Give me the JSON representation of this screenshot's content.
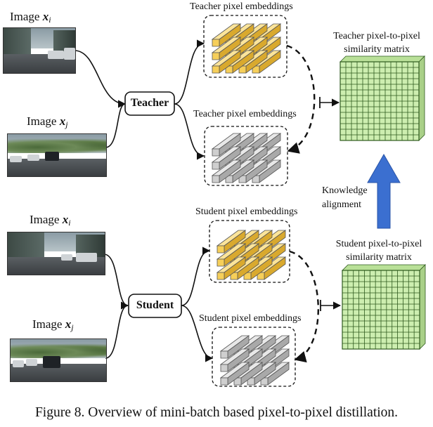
{
  "diagram": {
    "image_i_label": "Image",
    "image_i_var": "x",
    "image_i_sub": "i",
    "image_j_label": "Image",
    "image_j_var": "x",
    "image_j_sub": "j",
    "teacher_label": "Teacher",
    "student_label": "Student",
    "teacher_emb_1": "Teacher pixel embeddings",
    "teacher_emb_2": "Teacher pixel embeddings",
    "student_emb_1": "Student pixel embeddings",
    "student_emb_2": "Student pixel embeddings",
    "teacher_matrix_line1": "Teacher pixel-to-pixel",
    "teacher_matrix_line2": "similarity matrix",
    "student_matrix_line1": "Student pixel-to-pixel",
    "student_matrix_line2": "similarity matrix",
    "knowledge_line1": "Knowledge",
    "knowledge_line2": "alignment",
    "caption": "Figure 8. Overview of mini-batch based pixel-to-pixel distillation."
  },
  "colors": {
    "yellow_front": "#f6cf5a",
    "yellow_top": "#fbe49a",
    "yellow_side": "#d9a92e",
    "gray_front": "#cfcfcf",
    "gray_top": "#e8e8e8",
    "gray_side": "#a9a9a9",
    "matrix_fill": "#cdeeb0",
    "matrix_grid": "#2e5a1e",
    "arrow_blue": "#3b6fd0"
  }
}
